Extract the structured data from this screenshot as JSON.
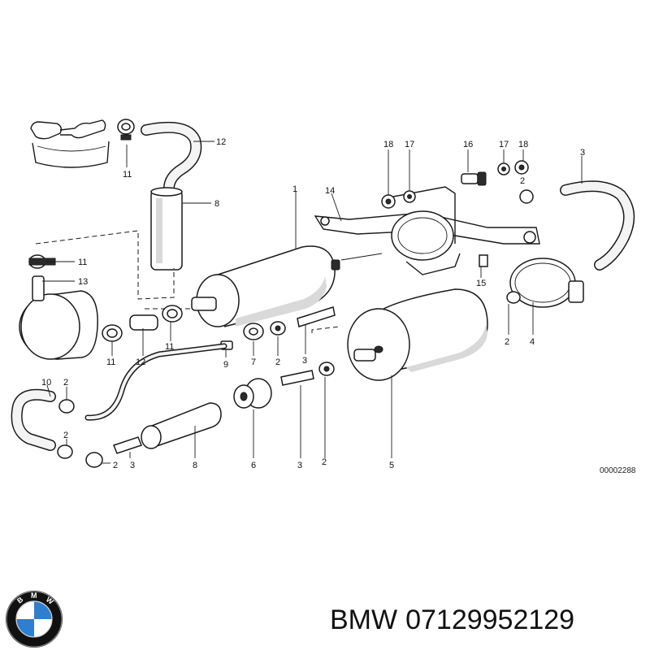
{
  "caption": {
    "brand": "BMW",
    "part_number": "07129952129"
  },
  "diagram": {
    "code": "00002288",
    "callouts": {
      "c1": "1",
      "c2a": "2",
      "c2b": "2",
      "c2c": "2",
      "c2d": "2",
      "c2e": "2",
      "c2f": "2",
      "c2g": "2",
      "c3a": "3",
      "c3b": "3",
      "c3c": "3",
      "c3d": "3",
      "c4": "4",
      "c5": "5",
      "c6": "6",
      "c7": "7",
      "c8a": "8",
      "c8b": "8",
      "c9": "9",
      "c10": "10",
      "c11a": "11",
      "c11b": "11",
      "c11c": "11",
      "c11d": "11",
      "c12a": "12",
      "c12b": "12",
      "c13": "13",
      "c14": "14",
      "c16": "16",
      "c17a": "17",
      "c17b": "17",
      "c18a": "18",
      "c18b": "18"
    }
  },
  "logo": {
    "letters": "BMW",
    "colors": {
      "ring": "#111111",
      "blue": "#2f7fd0",
      "white": "#ffffff"
    }
  }
}
